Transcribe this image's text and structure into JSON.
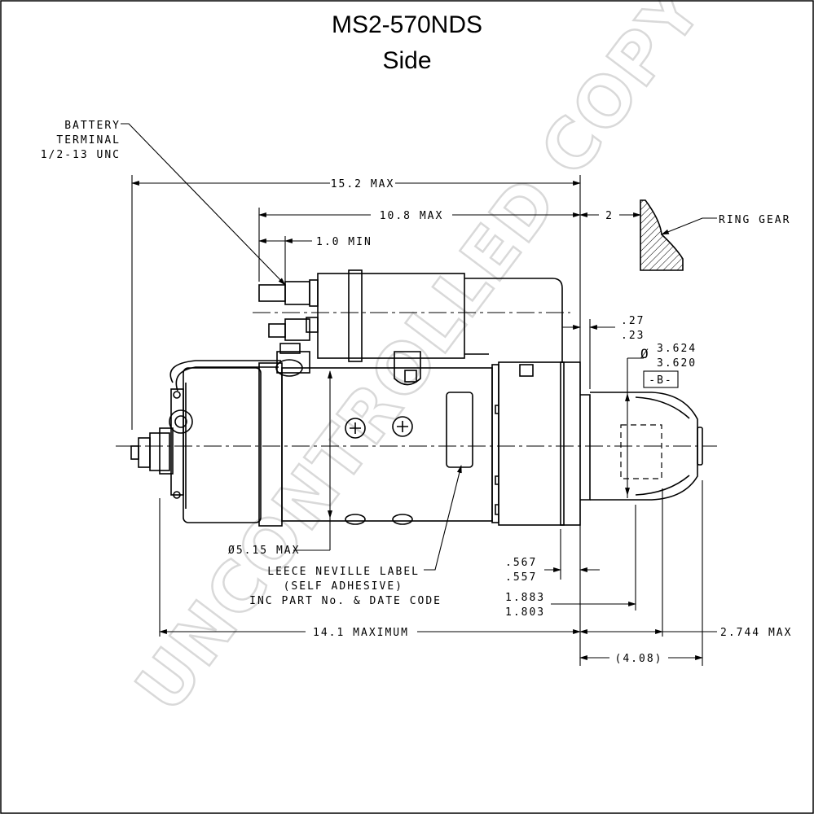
{
  "header": {
    "model": "MS2-570NDS",
    "view": "Side"
  },
  "callouts": {
    "battery_terminal_l1": "BATTERY",
    "battery_terminal_l2": "TERMINAL",
    "battery_terminal_l3": "1/2-13 UNC",
    "ring_gear": "RING GEAR",
    "label_l1": "LEECE NEVILLE LABEL",
    "label_l2": "(SELF ADHESIVE)",
    "label_l3": "INC PART No. & DATE CODE",
    "datum": "-B-"
  },
  "dimensions": {
    "overall_max": "15.2 MAX",
    "mount_to_rear_max": "10.8 MAX",
    "gap_to_ring_gear": "2",
    "terminal_min": "1.0 MIN",
    "flange_upper": ".27",
    "flange_lower": ".23",
    "pilot_dia_upper": "3.624",
    "pilot_dia_lower": "3.620",
    "pilot_dia_symbol": "Ø",
    "body_dia": "Ø5.15 MAX",
    "flange_thk_upper": ".567",
    "flange_thk_lower": ".557",
    "pilot_len_upper": "1.883",
    "pilot_len_lower": "1.803",
    "body_length": "14.1 MAXIMUM",
    "nose_max": "2.744 MAX",
    "nose_ref": "(4.08)"
  },
  "watermark": "UNCONTROLLED COPY"
}
